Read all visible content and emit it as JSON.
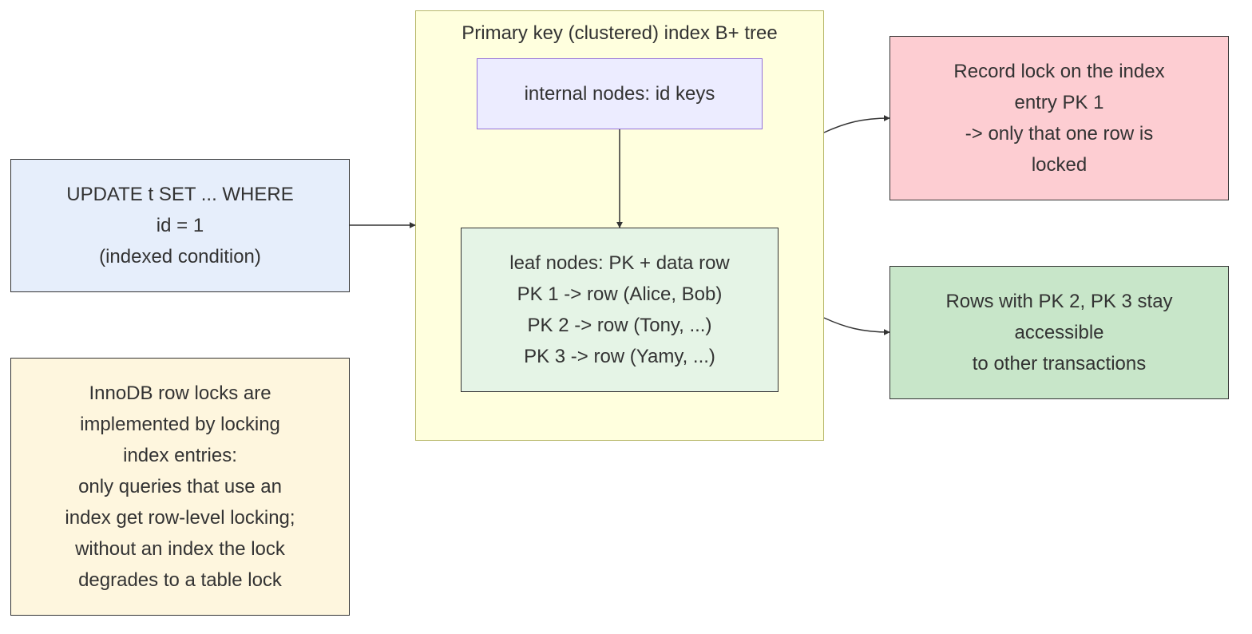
{
  "cluster": {
    "title": "Primary key (clustered) index B+ tree"
  },
  "nodes": {
    "query": {
      "lines": [
        "UPDATE t SET ... WHERE",
        "id = 1",
        "(indexed condition)"
      ]
    },
    "note": {
      "lines": [
        "InnoDB row locks are",
        "implemented by locking",
        "index entries:",
        "only queries that use an",
        "index get row-level locking;",
        "without an index the lock",
        "degrades to a table lock"
      ]
    },
    "internal": {
      "lines": [
        "internal nodes: id keys"
      ]
    },
    "leaf": {
      "lines": [
        "leaf nodes: PK + data row",
        "PK 1 -> row (Alice, Bob)",
        "PK 2 -> row (Tony, ...)",
        "PK 3 -> row (Yamy, ...)"
      ]
    },
    "record_lock": {
      "lines": [
        "Record lock on the index",
        "entry PK 1",
        "-> only that one row is",
        "locked"
      ]
    },
    "accessible": {
      "lines": [
        "Rows with PK 2, PK 3 stay",
        "accessible",
        "to other transactions"
      ]
    }
  },
  "colors": {
    "query_fill": "#e6eefb",
    "note_fill": "#fef6de",
    "cluster_fill": "#ffffde",
    "cluster_border": "#b8b86a",
    "internal_fill": "#ececff",
    "internal_border": "#9370db",
    "leaf_fill": "#e5f4e6",
    "record_lock_fill": "#fdcdd2",
    "accessible_fill": "#c8e6c9",
    "edge": "#333333",
    "text": "#333333"
  }
}
